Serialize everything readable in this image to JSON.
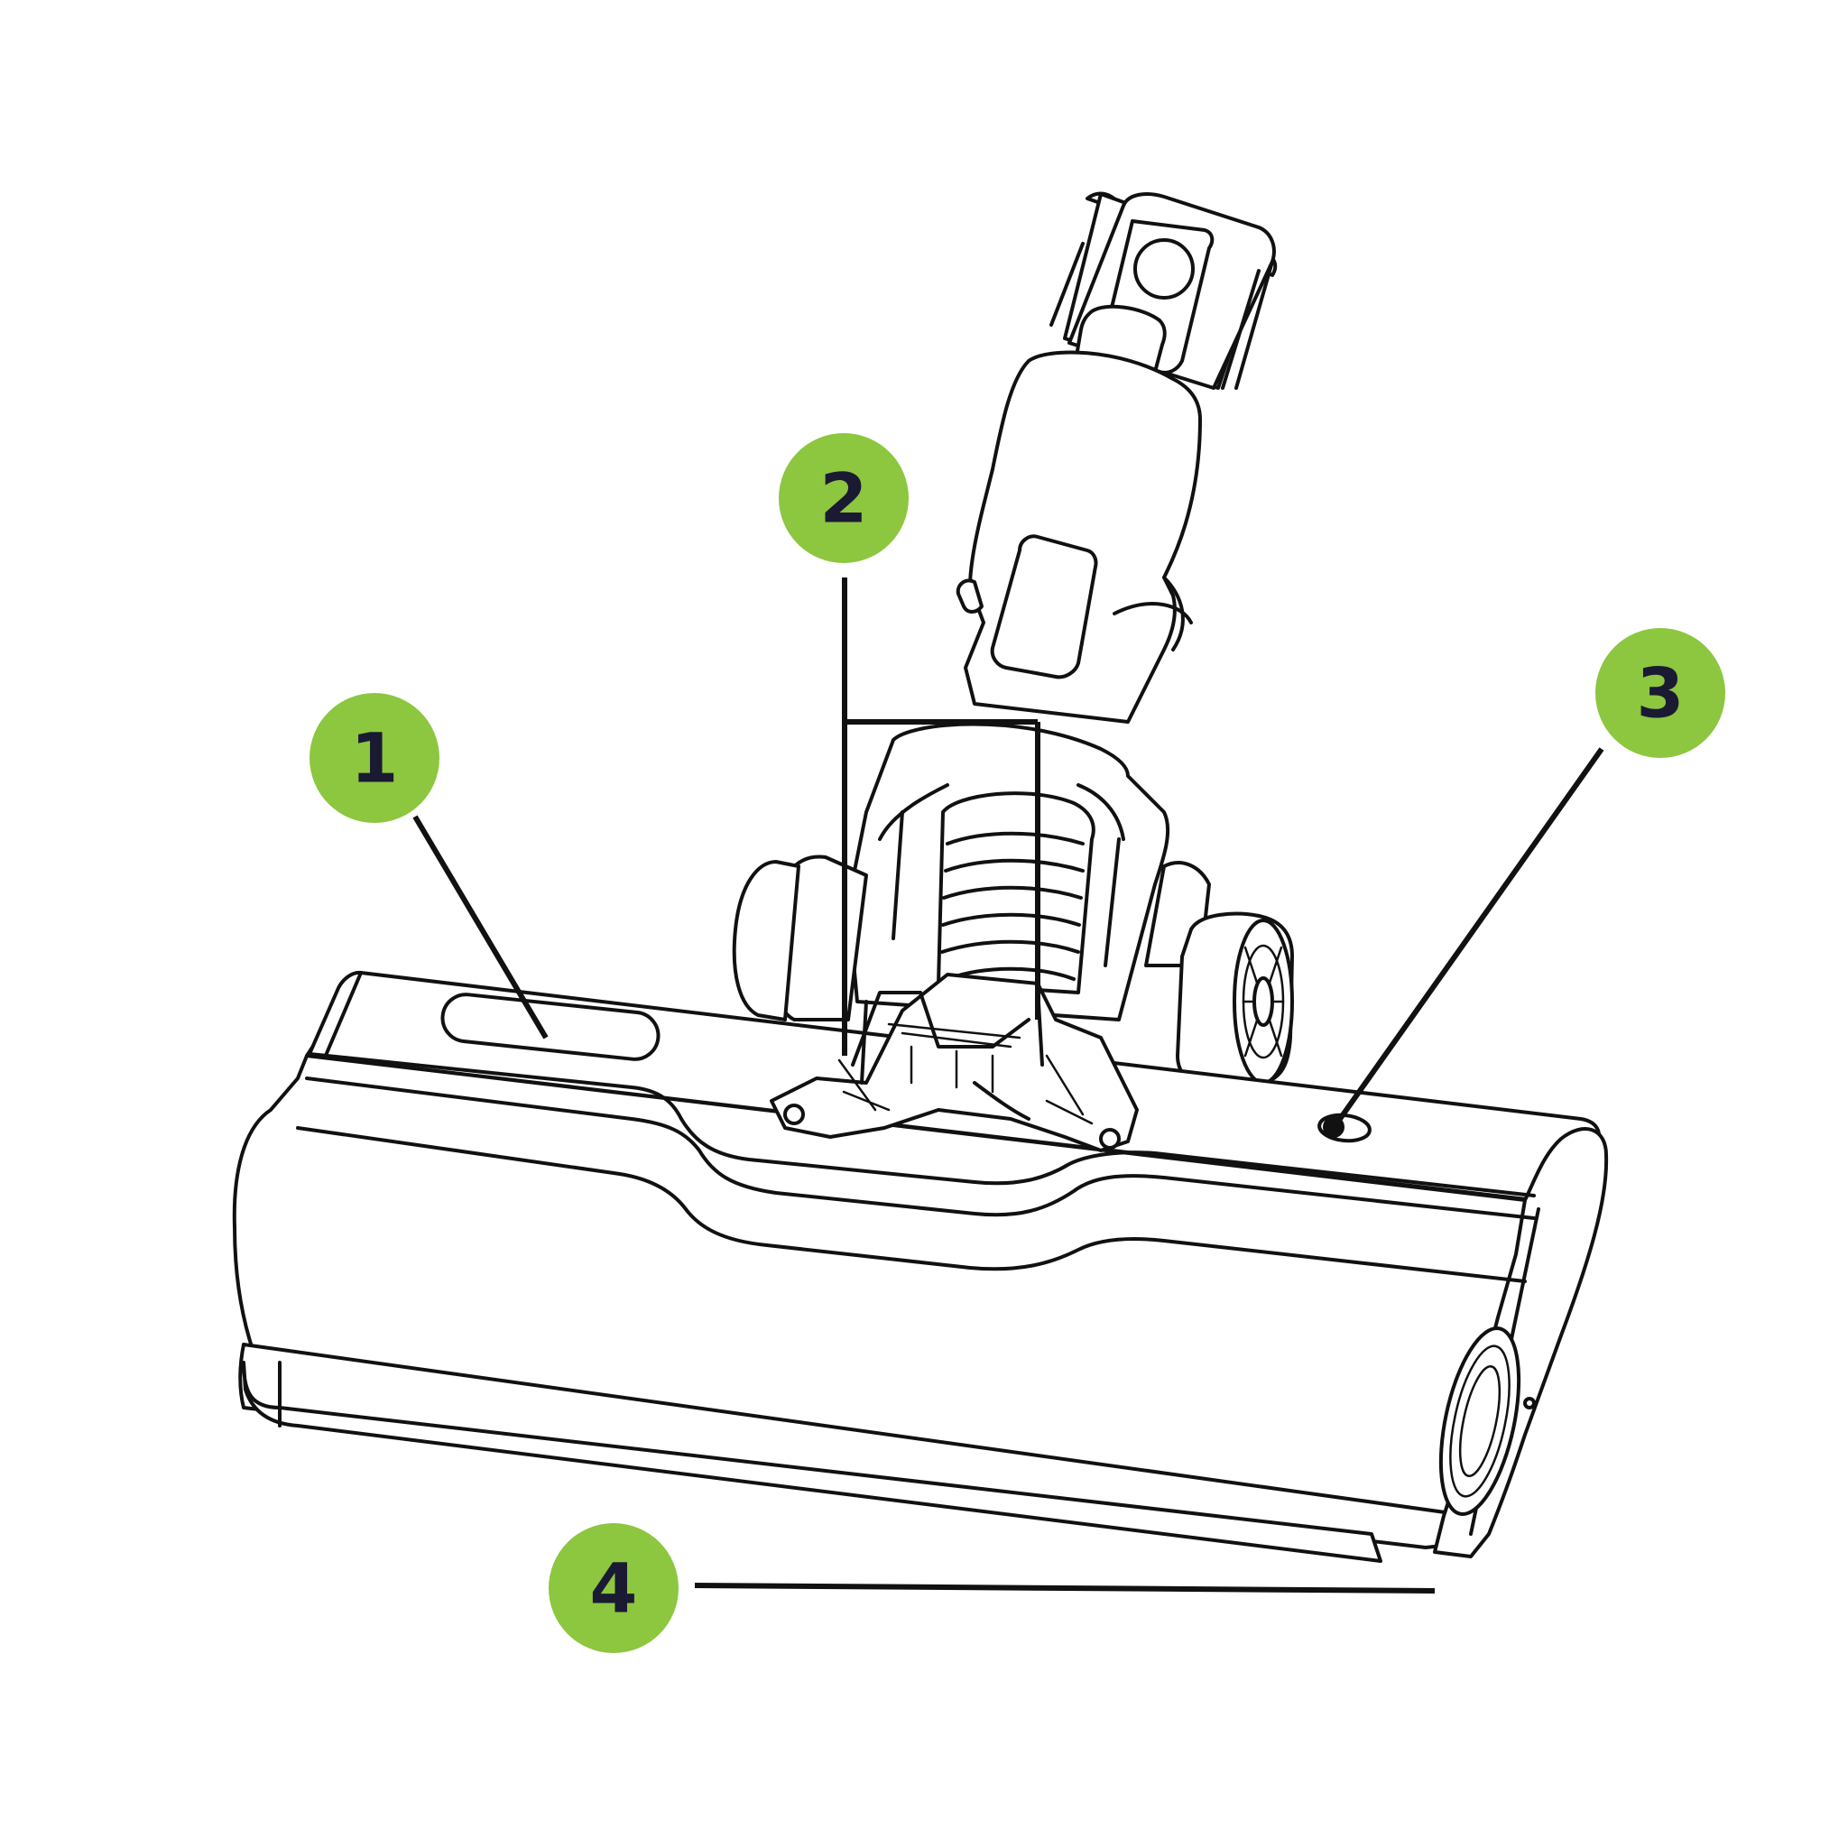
{
  "callout_style": {
    "circle_color": "#8dc63f",
    "text_color": "#1a1a33",
    "line_color": "#111111"
  },
  "callouts": [
    {
      "id": "1",
      "label": "1"
    },
    {
      "id": "2",
      "label": "2"
    },
    {
      "id": "3",
      "label": "3"
    },
    {
      "id": "4",
      "label": "4"
    }
  ]
}
